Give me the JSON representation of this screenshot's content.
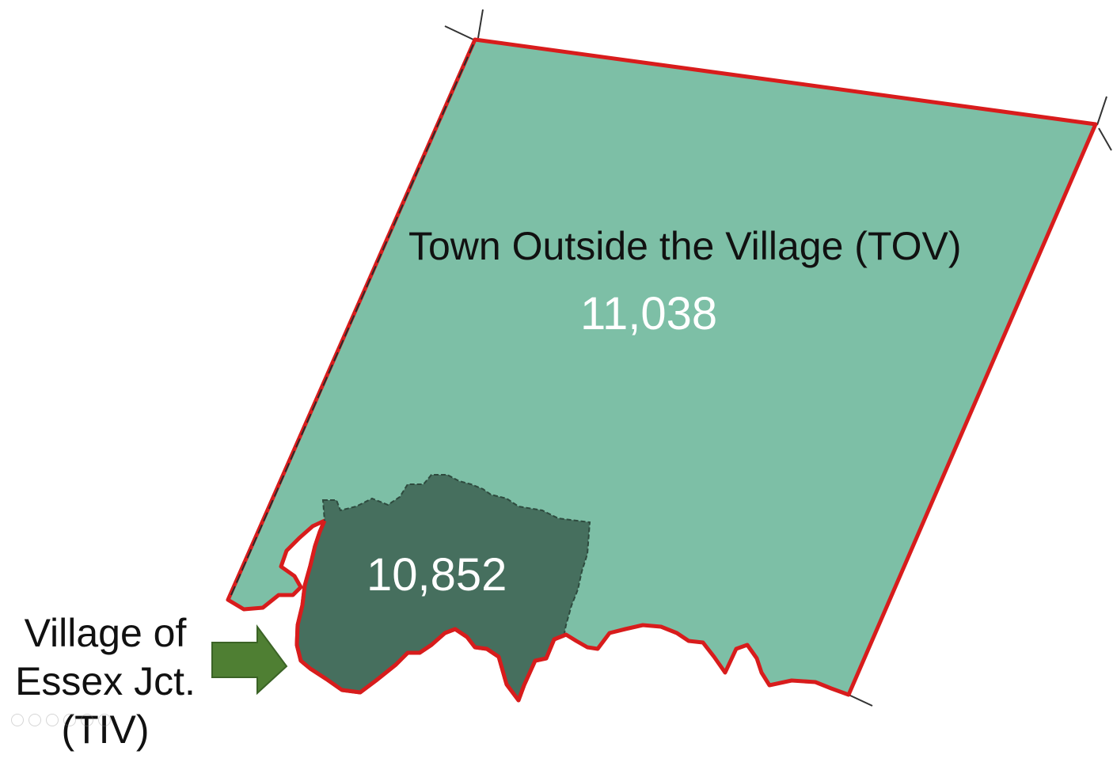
{
  "map": {
    "tov": {
      "name": "Town Outside the Village (TOV)",
      "population": "11,038",
      "fill": "#7dbfa6"
    },
    "tiv": {
      "name_lines": [
        "Village of",
        "Essex Jct.",
        "(TIV)"
      ],
      "population": "10,852",
      "fill": "#466f5e"
    },
    "colors": {
      "boundary": "#d81c1c",
      "arrow": "#4f7f33",
      "label_dark": "#111111",
      "label_light": "#ffffff"
    },
    "icons": {
      "pointer": "right-arrow-icon"
    }
  }
}
